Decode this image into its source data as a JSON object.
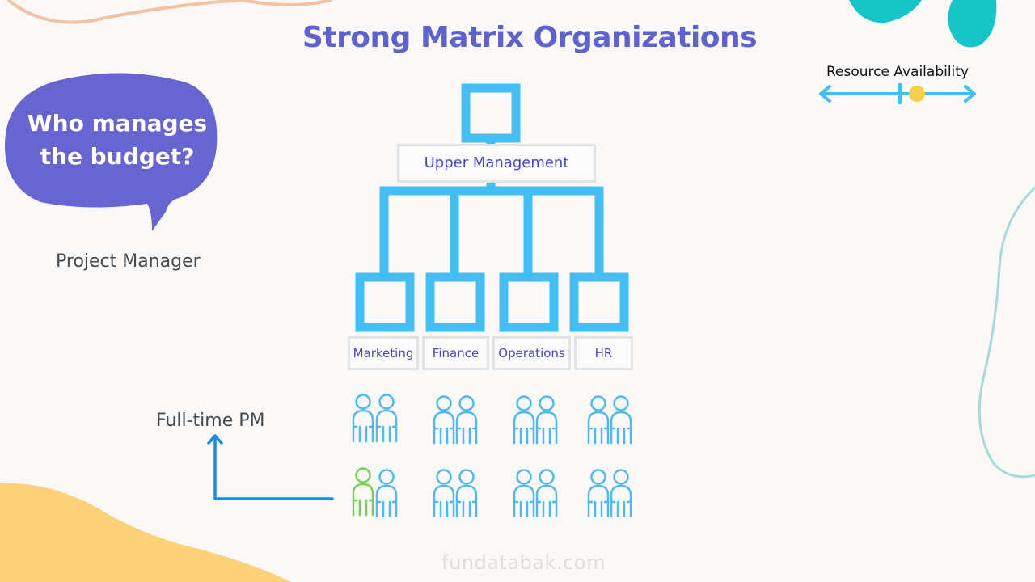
{
  "title": "Strong Matrix Organizations",
  "bubble": {
    "text": "Who manages the budget?"
  },
  "project_manager_label": "Project Manager",
  "full_time_pm_label": "Full-time PM",
  "resource_availability": {
    "label": "Resource Availability"
  },
  "org_chart": {
    "top": "Upper Management",
    "departments": [
      "Marketing",
      "Finance",
      "Operations",
      "HR"
    ]
  },
  "footer": "fundatabak.com",
  "colors": {
    "title": "#5f62cc",
    "bubble": "#6766d1",
    "org_lines": "#43bdf2",
    "people": "#4fb9f0",
    "highlight_person": "#79cf5b",
    "arrow": "#1e88e5",
    "availability_marker": "#f6d04d"
  }
}
